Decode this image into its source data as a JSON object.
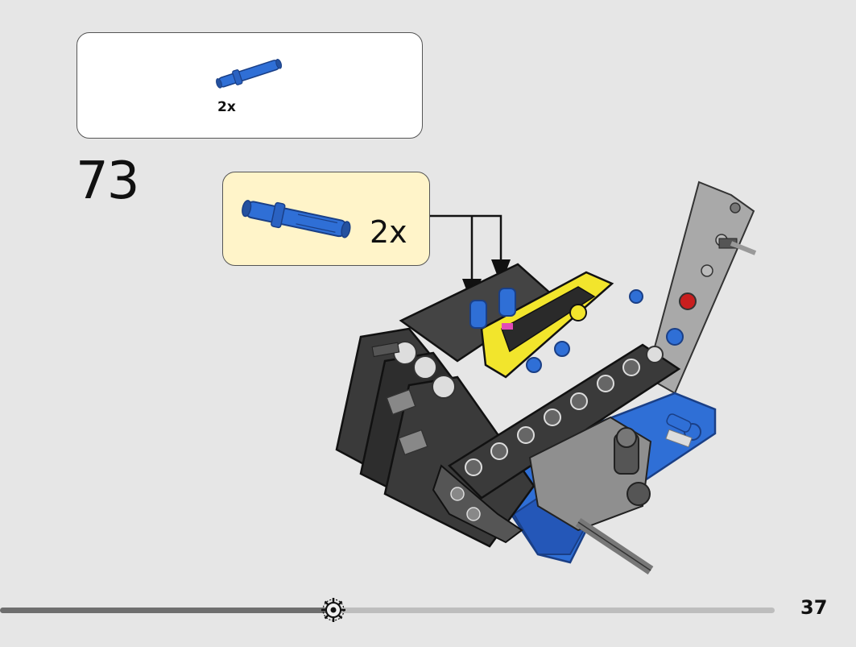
{
  "parts_list": {
    "items": [
      {
        "part_icon": "blue-axle-pin-icon",
        "quantity": "2x"
      }
    ]
  },
  "step": {
    "number": "73"
  },
  "callout": {
    "part_icon": "blue-axle-pin-icon",
    "quantity": "2x"
  },
  "progress": {
    "fraction": 0.43,
    "marker_icon": "gear-icon"
  },
  "page": {
    "number": "37"
  },
  "colors": {
    "background": "#e6e6e6",
    "callout_background": "#fff4c9",
    "part_blue": "#2f6fd6",
    "beam_dark": "#3a3a3a",
    "beam_grey": "#a9a9a9",
    "beam_yellow": "#f2e52c",
    "progress_fill": "#6e6e6e",
    "progress_track": "#bdbdbd"
  }
}
